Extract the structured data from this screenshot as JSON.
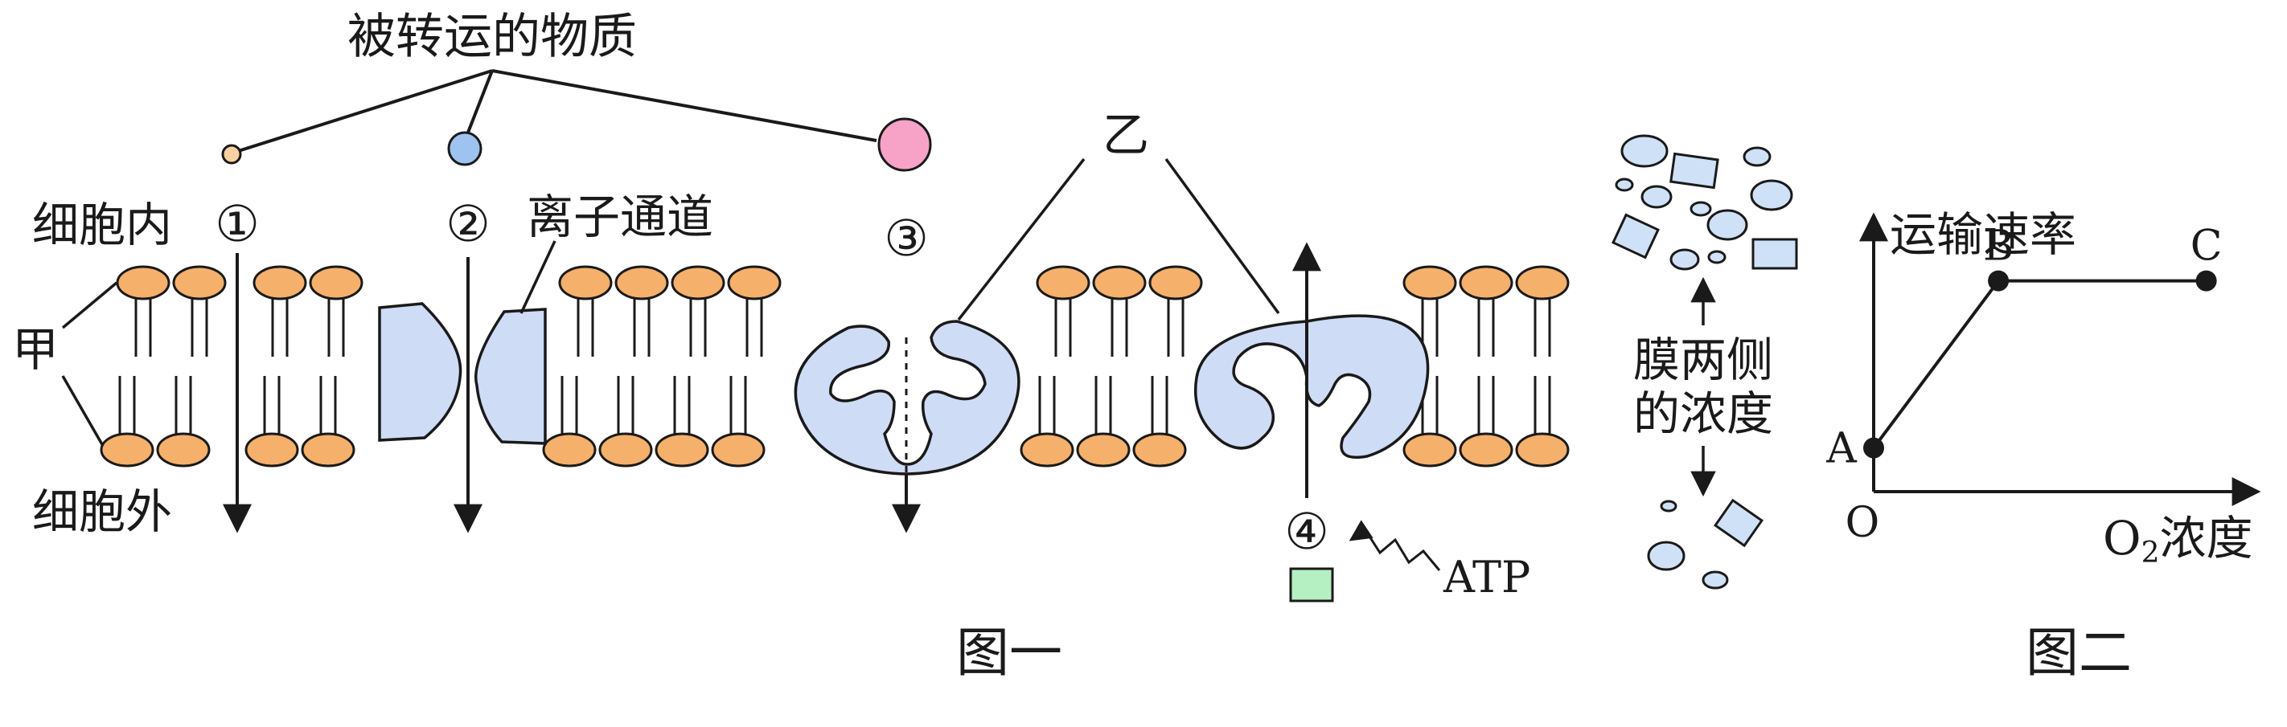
{
  "figure1": {
    "caption": "图一",
    "substance_label": "被转运的物质",
    "inside_label": "细胞内",
    "outside_label": "细胞外",
    "jia_label": "甲",
    "ion_channel_label": "离子通道",
    "yi_label": "乙",
    "path_labels": [
      "①",
      "②",
      "③",
      "④"
    ],
    "atp_label": "ATP",
    "concentration_label_line1": "膜两侧",
    "concentration_label_line2": "的浓度"
  },
  "figure2": {
    "caption": "图二",
    "ylabel": "运输速率",
    "xlabel_prefix": "O",
    "xlabel_subscript": "2",
    "xlabel_suffix": "浓度",
    "origin_label": "O",
    "points": [
      {
        "label": "A",
        "x": 0,
        "y": 0.17
      },
      {
        "label": "B",
        "x": 0.33,
        "y": 0.82
      },
      {
        "label": "C",
        "x": 0.88,
        "y": 0.82
      }
    ]
  },
  "colors": {
    "lipid_head": "#f5b06b",
    "protein": "#cfdcf6",
    "small_particle": "#fbd0a0",
    "medium_particle": "#9fc3f0",
    "large_particle": "#f7a3c7",
    "atp_substance": "#b5f0c2",
    "stroke": "#1a1a1a"
  }
}
